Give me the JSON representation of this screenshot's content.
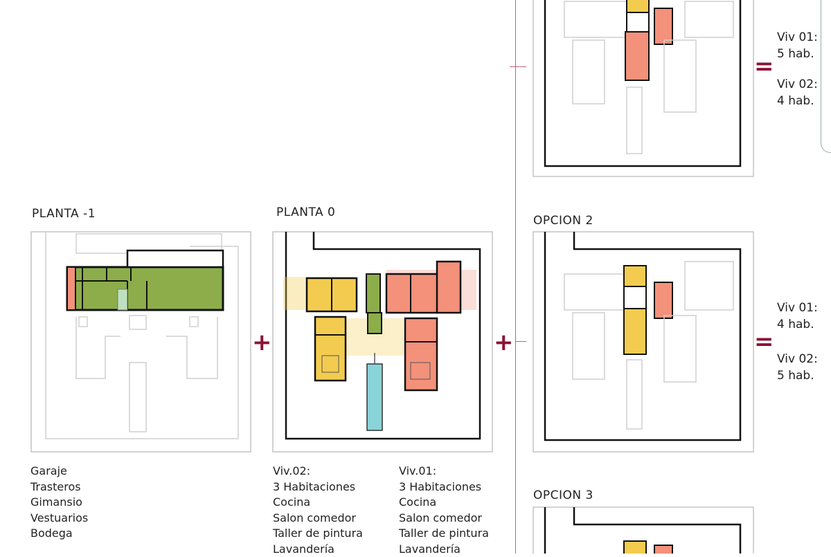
{
  "header_text_faded": "",
  "plantas": [
    {
      "title": "PLANTA -1",
      "items": [
        "Garaje",
        "Trasteros",
        "Gimansio",
        "Vestuarios",
        "Bodega"
      ]
    },
    {
      "title": "PLANTA 0"
    }
  ],
  "viv_lists": [
    {
      "title": "Viv.02:",
      "items": [
        "3 Habitaciones",
        "Cocina",
        "Salon comedor",
        "Taller de pintura",
        "Lavandería"
      ]
    },
    {
      "title": "Viv.01:",
      "items": [
        "3 Habitaciones",
        "Cocina",
        "Salon comedor",
        "Taller de pintura",
        "Lavandería"
      ]
    }
  ],
  "operators": {
    "plus": "+",
    "equals": "="
  },
  "options": [
    {
      "title": "",
      "viv01": "Viv 01:",
      "viv01_hab": "5 hab.",
      "viv02": "Viv 02:",
      "viv02_hab": "4 hab."
    },
    {
      "title": "OPCION 2",
      "viv01": "Viv 01:",
      "viv01_hab": "4 hab.",
      "viv02": "Viv 02:",
      "viv02_hab": "5 hab."
    },
    {
      "title": "OPCION 3"
    }
  ],
  "colors": {
    "green": "#8cad4a",
    "yellow": "#f3cc4f",
    "salmon": "#f3917a",
    "pool": "#8ad3d9",
    "accent": "#8b1235",
    "wall": "#111111",
    "outline": "#bdbdbd"
  }
}
